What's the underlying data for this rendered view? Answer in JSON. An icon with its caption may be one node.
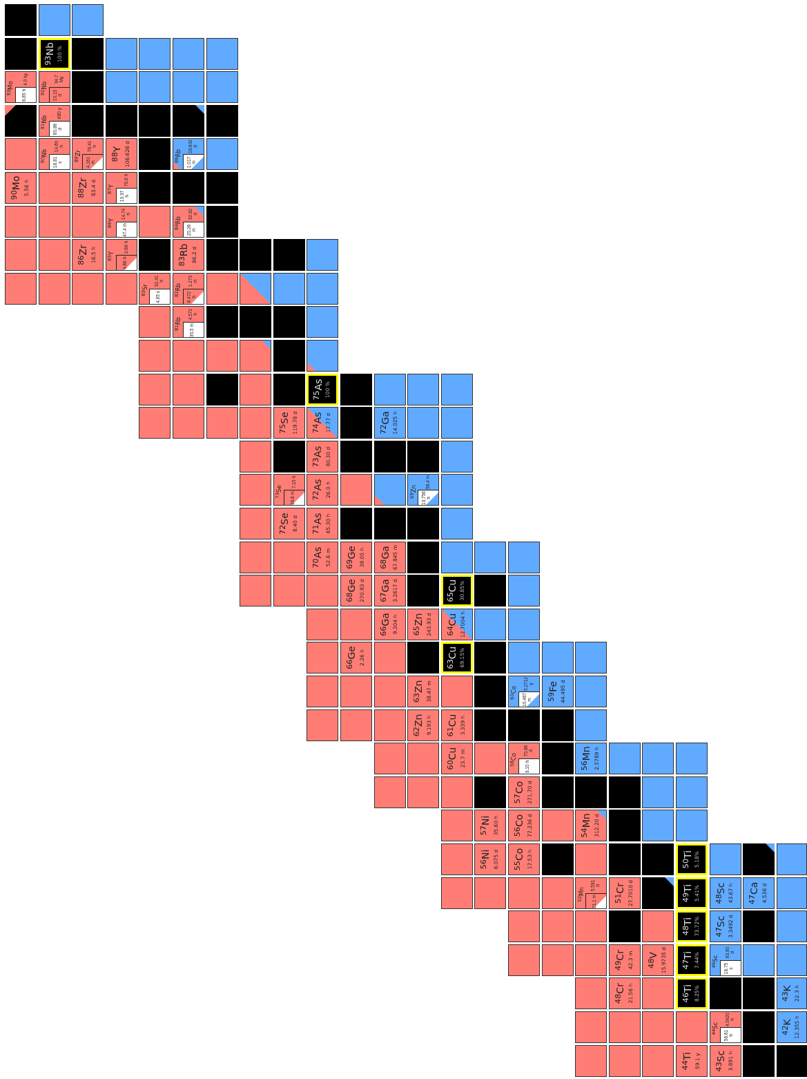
{
  "diagram": {
    "nodes": [
      {
        "text": [],
        "shape": "box"
      },
      {
        "text": [],
        "shape": "box"
      },
      {
        "text": [],
        "shape": "box"
      },
      {
        "text": [],
        "shape": "box"
      },
      {
        "text": [
          "$^{93}$Nb",
          "100 %"
        ]
      },
      {
        "text": [],
        "shape": "box"
      },
      {
        "text": [],
        "shape": "box"
      },
      {
        "text": [],
        "shape": "box"
      },
      {
        "text": [],
        "shape": "box"
      },
      {
        "text": [],
        "shape": "box"
      },
      {
        "text": [
          "$^{93}$Mo",
          "4.0 ky",
          "6.85 h"
        ]
      },
      {
        "text": [
          "$^{92}$Nb",
          "34.7 My",
          "10.15 d"
        ]
      },
      {
        "text": [],
        "shape": "box"
      },
      {
        "text": [],
        "shape": "box"
      },
      {
        "text": [],
        "shape": "box"
      },
      {
        "text": [],
        "shape": "box"
      },
      {
        "text": [],
        "shape": "box"
      },
      {
        "text": [],
        "shape": "box"
      },
      {
        "text": [
          "$^{91}$Nb",
          "680 y",
          "60.86 d"
        ]
      },
      {
        "text": [],
        "shape": "box"
      },
      {
        "text": [],
        "shape": "box"
      },
      {
        "text": [],
        "shape": "box"
      },
      {
        "text": [],
        "shape": "box"
      },
      {
        "text": [],
        "shape": "box"
      },
      {
        "text": [],
        "shape": "box"
      },
      {
        "text": [
          "$^{90}$Nb",
          "14.60 h",
          "18.81 s"
        ]
      },
      {
        "text": [
          "$^{89}$Zr",
          "78.41 h",
          "4.161 m"
        ]
      },
      {
        "text": [
          "$^{88}$Y",
          "106.626 d"
        ]
      },
      {
        "text": [],
        "shape": "box"
      },
      {
        "text": [
          "$^{86}$Rb",
          "18.642 d",
          "1.017 m"
        ]
      },
      {
        "text": [],
        "shape": "box"
      },
      {
        "text": [
          "$^{90}$Mo",
          "5.56 h"
        ]
      },
      {
        "text": [],
        "shape": "box"
      },
      {
        "text": [
          "$^{88}$Zr",
          "83.4 d"
        ]
      },
      {
        "text": [
          "$^{87}$Y",
          "79.8 h",
          "13.37 h"
        ]
      },
      {
        "text": [],
        "shape": "box"
      },
      {
        "text": [],
        "shape": "box"
      },
      {
        "text": [],
        "shape": "box"
      },
      {
        "text": [],
        "shape": "box"
      },
      {
        "text": [],
        "shape": "box"
      },
      {
        "text": [],
        "shape": "box"
      },
      {
        "text": [
          "$^{86}$Y",
          "14.74 h",
          "47.4 m"
        ]
      },
      {
        "text": [],
        "shape": "box"
      },
      {
        "text": [
          "$^{84}$Rb",
          "32.82 d",
          "20.26 m"
        ]
      },
      {
        "text": [],
        "shape": "box"
      },
      {
        "text": [],
        "shape": "box"
      },
      {
        "text": [],
        "shape": "box"
      },
      {
        "text": [
          "$^{86}$Zr",
          "16.5 h"
        ]
      },
      {
        "text": [
          "$^{85}$Y",
          "2.68 h",
          "4.86 h"
        ]
      },
      {
        "text": [],
        "shape": "box"
      },
      {
        "text": [
          "$^{83}$Rb",
          "86.2 d"
        ]
      },
      {
        "text": [],
        "shape": "box"
      },
      {
        "text": [],
        "shape": "box"
      },
      {
        "text": [],
        "shape": "box"
      },
      {
        "text": [],
        "shape": "box"
      },
      {
        "text": [],
        "shape": "box"
      },
      {
        "text": [],
        "shape": "box"
      },
      {
        "text": [],
        "shape": "box"
      },
      {
        "text": [],
        "shape": "box"
      },
      {
        "text": [
          "$^{83}$Sr",
          "32.41 h",
          "4.95 s"
        ]
      },
      {
        "text": [
          "$^{82}$Rb",
          "1.273 m",
          "6.472 h"
        ]
      },
      {
        "text": [],
        "shape": "box"
      },
      {
        "text": [],
        "shape": "box"
      },
      {
        "text": [],
        "shape": "box"
      },
      {
        "text": [],
        "shape": "box"
      },
      {
        "text": [],
        "shape": "box"
      },
      {
        "text": [
          "$^{81}$Rb",
          "4.572 h",
          "30.5 m"
        ]
      },
      {
        "text": [],
        "shape": "box"
      },
      {
        "text": [],
        "shape": "box"
      },
      {
        "text": [],
        "shape": "box"
      },
      {
        "text": [],
        "shape": "box"
      },
      {
        "text": [],
        "shape": "box"
      },
      {
        "text": [],
        "shape": "box"
      },
      {
        "text": [],
        "shape": "box"
      },
      {
        "text": [],
        "shape": "box"
      },
      {
        "text": [],
        "shape": "box"
      },
      {
        "text": [],
        "shape": "box"
      },
      {
        "text": [],
        "shape": "box"
      },
      {
        "text": [],
        "shape": "box"
      },
      {
        "text": [],
        "shape": "box"
      },
      {
        "text": [],
        "shape": "box"
      },
      {
        "text": [],
        "shape": "box"
      },
      {
        "text": [
          "$^{75}$As",
          "100 %"
        ]
      },
      {
        "text": [],
        "shape": "box"
      },
      {
        "text": [],
        "shape": "box"
      },
      {
        "text": [],
        "shape": "box"
      },
      {
        "text": [],
        "shape": "box"
      },
      {
        "text": [],
        "shape": "box"
      },
      {
        "text": [],
        "shape": "box"
      },
      {
        "text": [],
        "shape": "box"
      },
      {
        "text": [],
        "shape": "box"
      },
      {
        "text": [
          "$^{75}$Se",
          "119.78 d"
        ]
      },
      {
        "text": [
          "$^{74}$As",
          "17.77 d"
        ]
      },
      {
        "text": [],
        "shape": "box"
      },
      {
        "text": [
          "$^{72}$Ga",
          "14.025 h"
        ]
      },
      {
        "text": [],
        "shape": "box"
      },
      {
        "text": [],
        "shape": "box"
      },
      {
        "text": [],
        "shape": "box"
      },
      {
        "text": [],
        "shape": "box"
      },
      {
        "text": [
          "$^{73}$As",
          "80.30 d"
        ]
      },
      {
        "text": [],
        "shape": "box"
      },
      {
        "text": [],
        "shape": "box"
      },
      {
        "text": [],
        "shape": "box"
      },
      {
        "text": [],
        "shape": "box"
      },
      {
        "text": [],
        "shape": "box"
      },
      {
        "text": [
          "$^{73}$Se",
          "7.15 h",
          "39.8 m"
        ]
      },
      {
        "text": [
          "$^{72}$As",
          "26.0 h"
        ]
      },
      {
        "text": [],
        "shape": "box"
      },
      {
        "text": [],
        "shape": "box"
      },
      {
        "text": [
          "$^{69}$Zn",
          "56.4 m",
          "13.756 h"
        ]
      },
      {
        "text": [],
        "shape": "box"
      },
      {
        "text": [],
        "shape": "box"
      },
      {
        "text": [
          "$^{72}$Se",
          "8.40 d"
        ]
      },
      {
        "text": [
          "$^{71}$As",
          "65.30 h"
        ]
      },
      {
        "text": [],
        "shape": "box"
      },
      {
        "text": [],
        "shape": "box"
      },
      {
        "text": [],
        "shape": "box"
      },
      {
        "text": [],
        "shape": "box"
      },
      {
        "text": [],
        "shape": "box"
      },
      {
        "text": [],
        "shape": "box"
      },
      {
        "text": [
          "$^{70}$As",
          "52.6 m"
        ]
      },
      {
        "text": [
          "$^{69}$Ge",
          "39.05 h"
        ]
      },
      {
        "text": [
          "$^{68}$Ga",
          "67.845 m"
        ]
      },
      {
        "text": [],
        "shape": "box"
      },
      {
        "text": [],
        "shape": "box"
      },
      {
        "text": [],
        "shape": "box"
      },
      {
        "text": [],
        "shape": "box"
      },
      {
        "text": [],
        "shape": "box"
      },
      {
        "text": [],
        "shape": "box"
      },
      {
        "text": [],
        "shape": "box"
      },
      {
        "text": [
          "$^{68}$Ge",
          "270.93 d"
        ]
      },
      {
        "text": [
          "$^{67}$Ga",
          "3.2617 d"
        ]
      },
      {
        "text": [],
        "shape": "box"
      },
      {
        "text": [
          "$^{65}$Cu",
          "30.85%"
        ]
      },
      {
        "text": [],
        "shape": "box"
      },
      {
        "text": [],
        "shape": "box"
      },
      {
        "text": [],
        "shape": "box"
      },
      {
        "text": [],
        "shape": "box"
      },
      {
        "text": [
          "$^{66}$Ga",
          "9.304 h"
        ]
      },
      {
        "text": [
          "$^{65}$Zn",
          "243.93 d"
        ]
      },
      {
        "text": [
          "$^{64}$Cu",
          "12.7004 h"
        ]
      },
      {
        "text": [],
        "shape": "box"
      },
      {
        "text": [],
        "shape": "box"
      },
      {
        "text": [],
        "shape": "box"
      },
      {
        "text": [
          "$^{66}$Ge",
          "2.26 h"
        ]
      },
      {
        "text": [],
        "shape": "box"
      },
      {
        "text": [],
        "shape": "box"
      },
      {
        "text": [
          "$^{63}$Cu",
          "69.15%"
        ]
      },
      {
        "text": [],
        "shape": "box"
      },
      {
        "text": [],
        "shape": "box"
      },
      {
        "text": [],
        "shape": "box"
      },
      {
        "text": [],
        "shape": "box"
      },
      {
        "text": [],
        "shape": "box"
      },
      {
        "text": [],
        "shape": "box"
      },
      {
        "text": [],
        "shape": "box"
      },
      {
        "text": [
          "$^{63}$Zn",
          "38.47 m"
        ]
      },
      {
        "text": [],
        "shape": "box"
      },
      {
        "text": [],
        "shape": "box"
      },
      {
        "text": [
          "$^{60}$Co",
          "5.2712 y",
          "10.467 m"
        ]
      },
      {
        "text": [
          "$^{59}$Fe",
          "44.495 d"
        ]
      },
      {
        "text": [],
        "shape": "box"
      },
      {
        "text": [],
        "shape": "box"
      },
      {
        "text": [],
        "shape": "box"
      },
      {
        "text": [],
        "shape": "box"
      },
      {
        "text": [
          "$^{62}$Zn",
          "9.193 h"
        ]
      },
      {
        "text": [
          "$^{61}$Cu",
          "3.339 h"
        ]
      },
      {
        "text": [],
        "shape": "box"
      },
      {
        "text": [],
        "shape": "box"
      },
      {
        "text": [],
        "shape": "box"
      },
      {
        "text": [],
        "shape": "box"
      },
      {
        "text": [],
        "shape": "box"
      },
      {
        "text": [],
        "shape": "box"
      },
      {
        "text": [
          "$^{60}$Cu",
          "23.7 m"
        ]
      },
      {
        "text": [],
        "shape": "box"
      },
      {
        "text": [
          "$^{58}$Co",
          "70.86 d",
          "9.10 h"
        ]
      },
      {
        "text": [],
        "shape": "box"
      },
      {
        "text": [
          "$^{56}$Mn",
          "2.5789 h"
        ]
      },
      {
        "text": [],
        "shape": "box"
      },
      {
        "text": [],
        "shape": "box"
      },
      {
        "text": [],
        "shape": "box"
      },
      {
        "text": [],
        "shape": "box"
      },
      {
        "text": [],
        "shape": "box"
      },
      {
        "text": [],
        "shape": "box"
      },
      {
        "text": [],
        "shape": "box"
      },
      {
        "text": [
          "$^{57}$Co",
          "271.70 d"
        ]
      },
      {
        "text": [],
        "shape": "box"
      },
      {
        "text": [],
        "shape": "box"
      },
      {
        "text": [],
        "shape": "box"
      },
      {
        "text": [],
        "shape": "box"
      },
      {
        "text": [],
        "shape": "box"
      },
      {
        "text": [],
        "shape": "box"
      },
      {
        "text": [
          "$^{57}$Ni",
          "35.60 h"
        ]
      },
      {
        "text": [
          "$^{56}$Co",
          "77.236 d"
        ]
      },
      {
        "text": [],
        "shape": "box"
      },
      {
        "text": [
          "$^{54}$Mn",
          "312.20 d"
        ]
      },
      {
        "text": [],
        "shape": "box"
      },
      {
        "text": [],
        "shape": "box"
      },
      {
        "text": [],
        "shape": "box"
      },
      {
        "text": [],
        "shape": "box"
      },
      {
        "text": [
          "$^{56}$Ni",
          "6.075 d"
        ]
      },
      {
        "text": [
          "$^{55}$Co",
          "17.53 h"
        ]
      },
      {
        "text": [],
        "shape": "box"
      },
      {
        "text": [],
        "shape": "box"
      },
      {
        "text": [],
        "shape": "box"
      },
      {
        "text": [],
        "shape": "box"
      },
      {
        "text": [
          "$^{50}$Ti",
          "5.18%"
        ]
      },
      {
        "text": [],
        "shape": "box"
      },
      {
        "text": [],
        "shape": "box"
      },
      {
        "text": [],
        "shape": "box"
      },
      {
        "text": [],
        "shape": "box"
      },
      {
        "text": [],
        "shape": "box"
      },
      {
        "text": [],
        "shape": "box"
      },
      {
        "text": [],
        "shape": "box"
      },
      {
        "text": [
          "$^{52}$Mn",
          "5.591 d",
          "21.1 m"
        ]
      },
      {
        "text": [
          "$^{51}$Cr",
          "27.7010 d"
        ]
      },
      {
        "text": [],
        "shape": "box"
      },
      {
        "text": [
          "$^{49}$Ti",
          "5.41%"
        ]
      },
      {
        "text": [
          "$^{48}$Sc",
          "43.67 h"
        ]
      },
      {
        "text": [
          "$^{47}$Ca",
          "4.536 d"
        ]
      },
      {
        "text": [],
        "shape": "box"
      },
      {
        "text": [],
        "shape": "box"
      },
      {
        "text": [],
        "shape": "box"
      },
      {
        "text": [],
        "shape": "box"
      },
      {
        "text": [],
        "shape": "box"
      },
      {
        "text": [],
        "shape": "box"
      },
      {
        "text": [
          "$^{48}$Ti",
          "73.72%"
        ]
      },
      {
        "text": [
          "$^{47}$Sc",
          "3.3492 d"
        ]
      },
      {
        "text": [],
        "shape": "box"
      },
      {
        "text": [],
        "shape": "box"
      },
      {
        "text": [],
        "shape": "box"
      },
      {
        "text": [],
        "shape": "box"
      },
      {
        "text": [],
        "shape": "box"
      },
      {
        "text": [
          "$^{49}$Cr",
          "42.3 m"
        ]
      },
      {
        "text": [
          "$^{48}$V",
          "15.9735 d"
        ]
      },
      {
        "text": [
          "$^{47}$Ti",
          "7.44%"
        ]
      },
      {
        "text": [
          "$^{46}$Sc",
          "83.80 d",
          "18.75 s"
        ]
      },
      {
        "text": [],
        "shape": "box"
      },
      {
        "text": [],
        "shape": "box"
      },
      {
        "text": [],
        "shape": "box"
      },
      {
        "text": [
          "$^{48}$Cr",
          "21.56 h"
        ]
      },
      {
        "text": [],
        "shape": "box"
      },
      {
        "text": [
          "$^{46}$Ti",
          "8.25%"
        ]
      },
      {
        "text": [],
        "shape": "box"
      },
      {
        "text": [],
        "shape": "box"
      },
      {
        "text": [
          "$^{43}$K",
          "22.3 h"
        ]
      },
      {
        "text": [],
        "shape": "box"
      },
      {
        "text": [],
        "shape": "box"
      },
      {
        "text": [],
        "shape": "box"
      },
      {
        "text": [],
        "shape": "box"
      },
      {
        "text": [
          "$^{44}$Sc",
          "4.0420 h",
          "58.61 h"
        ]
      },
      {
        "text": [],
        "shape": "box"
      },
      {
        "text": [
          "$^{42}$K",
          "12.355 h"
        ]
      },
      {
        "text": [],
        "shape": "box"
      },
      {
        "text": [],
        "shape": "box"
      },
      {
        "text": [],
        "shape": "box"
      },
      {
        "text": [
          "$^{44}$Ti",
          "59.1 y"
        ]
      },
      {
        "text": [
          "$^{43}$Sc",
          "3.891 h"
        ]
      },
      {
        "text": [],
        "shape": "box"
      },
      {
        "text": [],
        "shape": "box"
      }
    ]
  }
}
